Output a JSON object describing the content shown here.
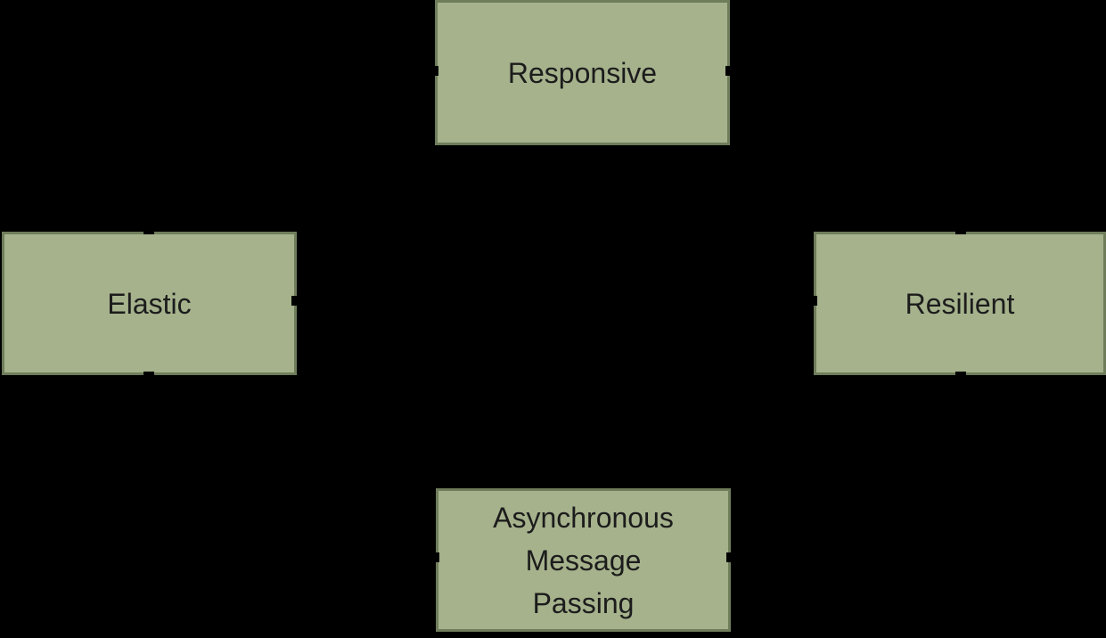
{
  "diagram": {
    "type": "block-diagram",
    "nodes": [
      {
        "id": "responsive",
        "label": "Responsive"
      },
      {
        "id": "elastic",
        "label": "Elastic"
      },
      {
        "id": "resilient",
        "label": "Resilient"
      },
      {
        "id": "async",
        "label": "Asynchronous Message Passing",
        "lines": [
          "Asynchronous",
          "Message",
          "Passing"
        ]
      }
    ]
  },
  "colors": {
    "background": "#000000",
    "node-fill": "#A5B28C",
    "node-border": "#6F7D5B",
    "node-text": "#1C1C1C"
  }
}
